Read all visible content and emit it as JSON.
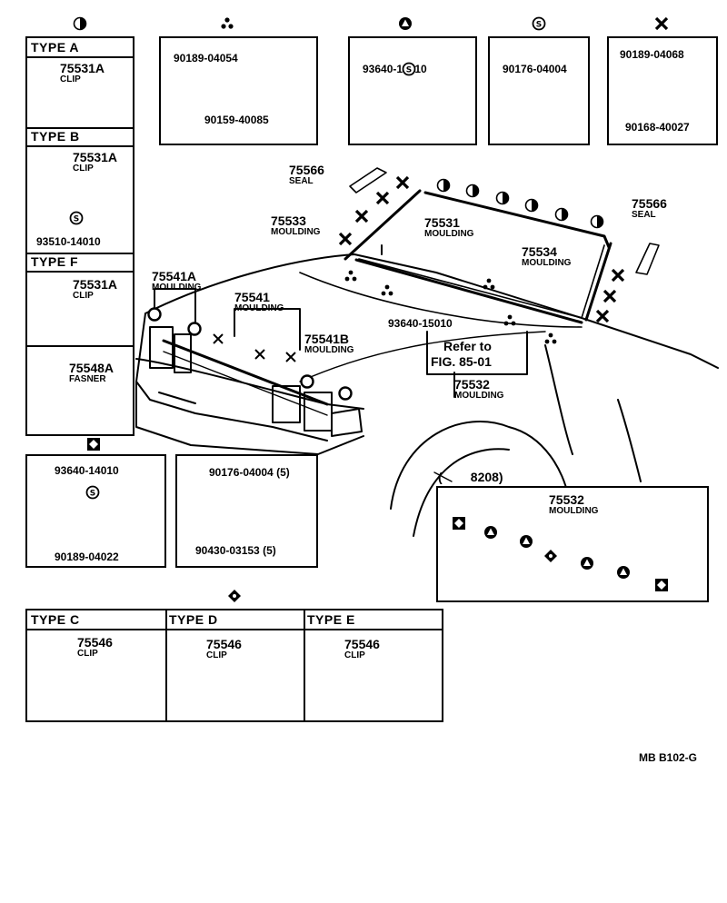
{
  "top": {
    "box_a": {
      "part1": "90189-04054",
      "part2": "90159-40085"
    },
    "box_b": {
      "part": "93640-14010"
    },
    "box_c": {
      "part": "90176-04004"
    },
    "box_d": {
      "part1": "90189-04068",
      "part2": "90168-40027"
    }
  },
  "left": {
    "type_a": {
      "title": "TYPE A",
      "part": "75531A",
      "desc": "CLIP"
    },
    "type_b": {
      "title": "TYPE B",
      "part": "75531A",
      "desc": "CLIP",
      "part2": "93510-14010"
    },
    "type_f": {
      "title": "TYPE F",
      "part": "75531A",
      "desc": "CLIP"
    },
    "fasner": {
      "part": "75548A",
      "desc": "FASNER"
    }
  },
  "mid": {
    "box_e": {
      "part1": "93640-14010",
      "part2": "90189-04022"
    },
    "box_f": {
      "part1": "90176-04004 (5)",
      "part2": "90430-03153 (5)"
    }
  },
  "bottom": {
    "type_c": {
      "title": "TYPE C",
      "part": "75546",
      "desc": "CLIP"
    },
    "type_d": {
      "title": "TYPE D",
      "part": "75546",
      "desc": "CLIP"
    },
    "type_e": {
      "title": "TYPE E",
      "part": "75546",
      "desc": "CLIP"
    }
  },
  "callouts": {
    "seal_left": {
      "part": "75566",
      "desc": "SEAL"
    },
    "seal_right": {
      "part": "75566",
      "desc": "SEAL"
    },
    "moulding_75533": {
      "part": "75533",
      "desc": "MOULDING"
    },
    "moulding_75531": {
      "part": "75531",
      "desc": "MOULDING"
    },
    "moulding_75534": {
      "part": "75534",
      "desc": "MOULDING"
    },
    "moulding_75541a": {
      "part": "75541A",
      "desc": "MOULDING"
    },
    "moulding_75541": {
      "part": "75541",
      "desc": "MOULDING"
    },
    "moulding_75541b": {
      "part": "75541B",
      "desc": "MOULDING"
    },
    "part_93640_15010": "93640-15010",
    "refer_to": "Refer to",
    "fig_ref": "FIG. 85-01",
    "moulding_75532": {
      "part": "75532",
      "desc": "MOULDING"
    },
    "fig_8208": "(        8208)",
    "inset_75532": {
      "part": "75532",
      "desc": "MOULDING"
    }
  },
  "footer": {
    "code": "MB B102-G"
  },
  "icons": {
    "half_circle": "half-circle-icon",
    "three_dots": "three-dots-icon",
    "triangle": "triangle-circle-icon",
    "s_circle": "s-circle-icon",
    "x_cross": "x-cross-icon",
    "diamond": "diamond-square-icon"
  }
}
